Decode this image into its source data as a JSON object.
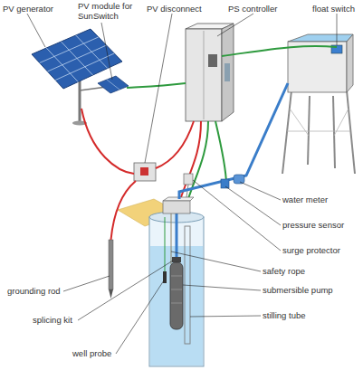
{
  "diagram": {
    "labels": [
      "PV generator",
      "PV module for SunSwitch",
      "PV disconnect",
      "PS controller",
      "float switch",
      "water meter",
      "pressure sensor",
      "surge protector",
      "safety rope",
      "submersible pump",
      "grounding rod",
      "stilling tube",
      "splicing kit",
      "well probe"
    ]
  }
}
